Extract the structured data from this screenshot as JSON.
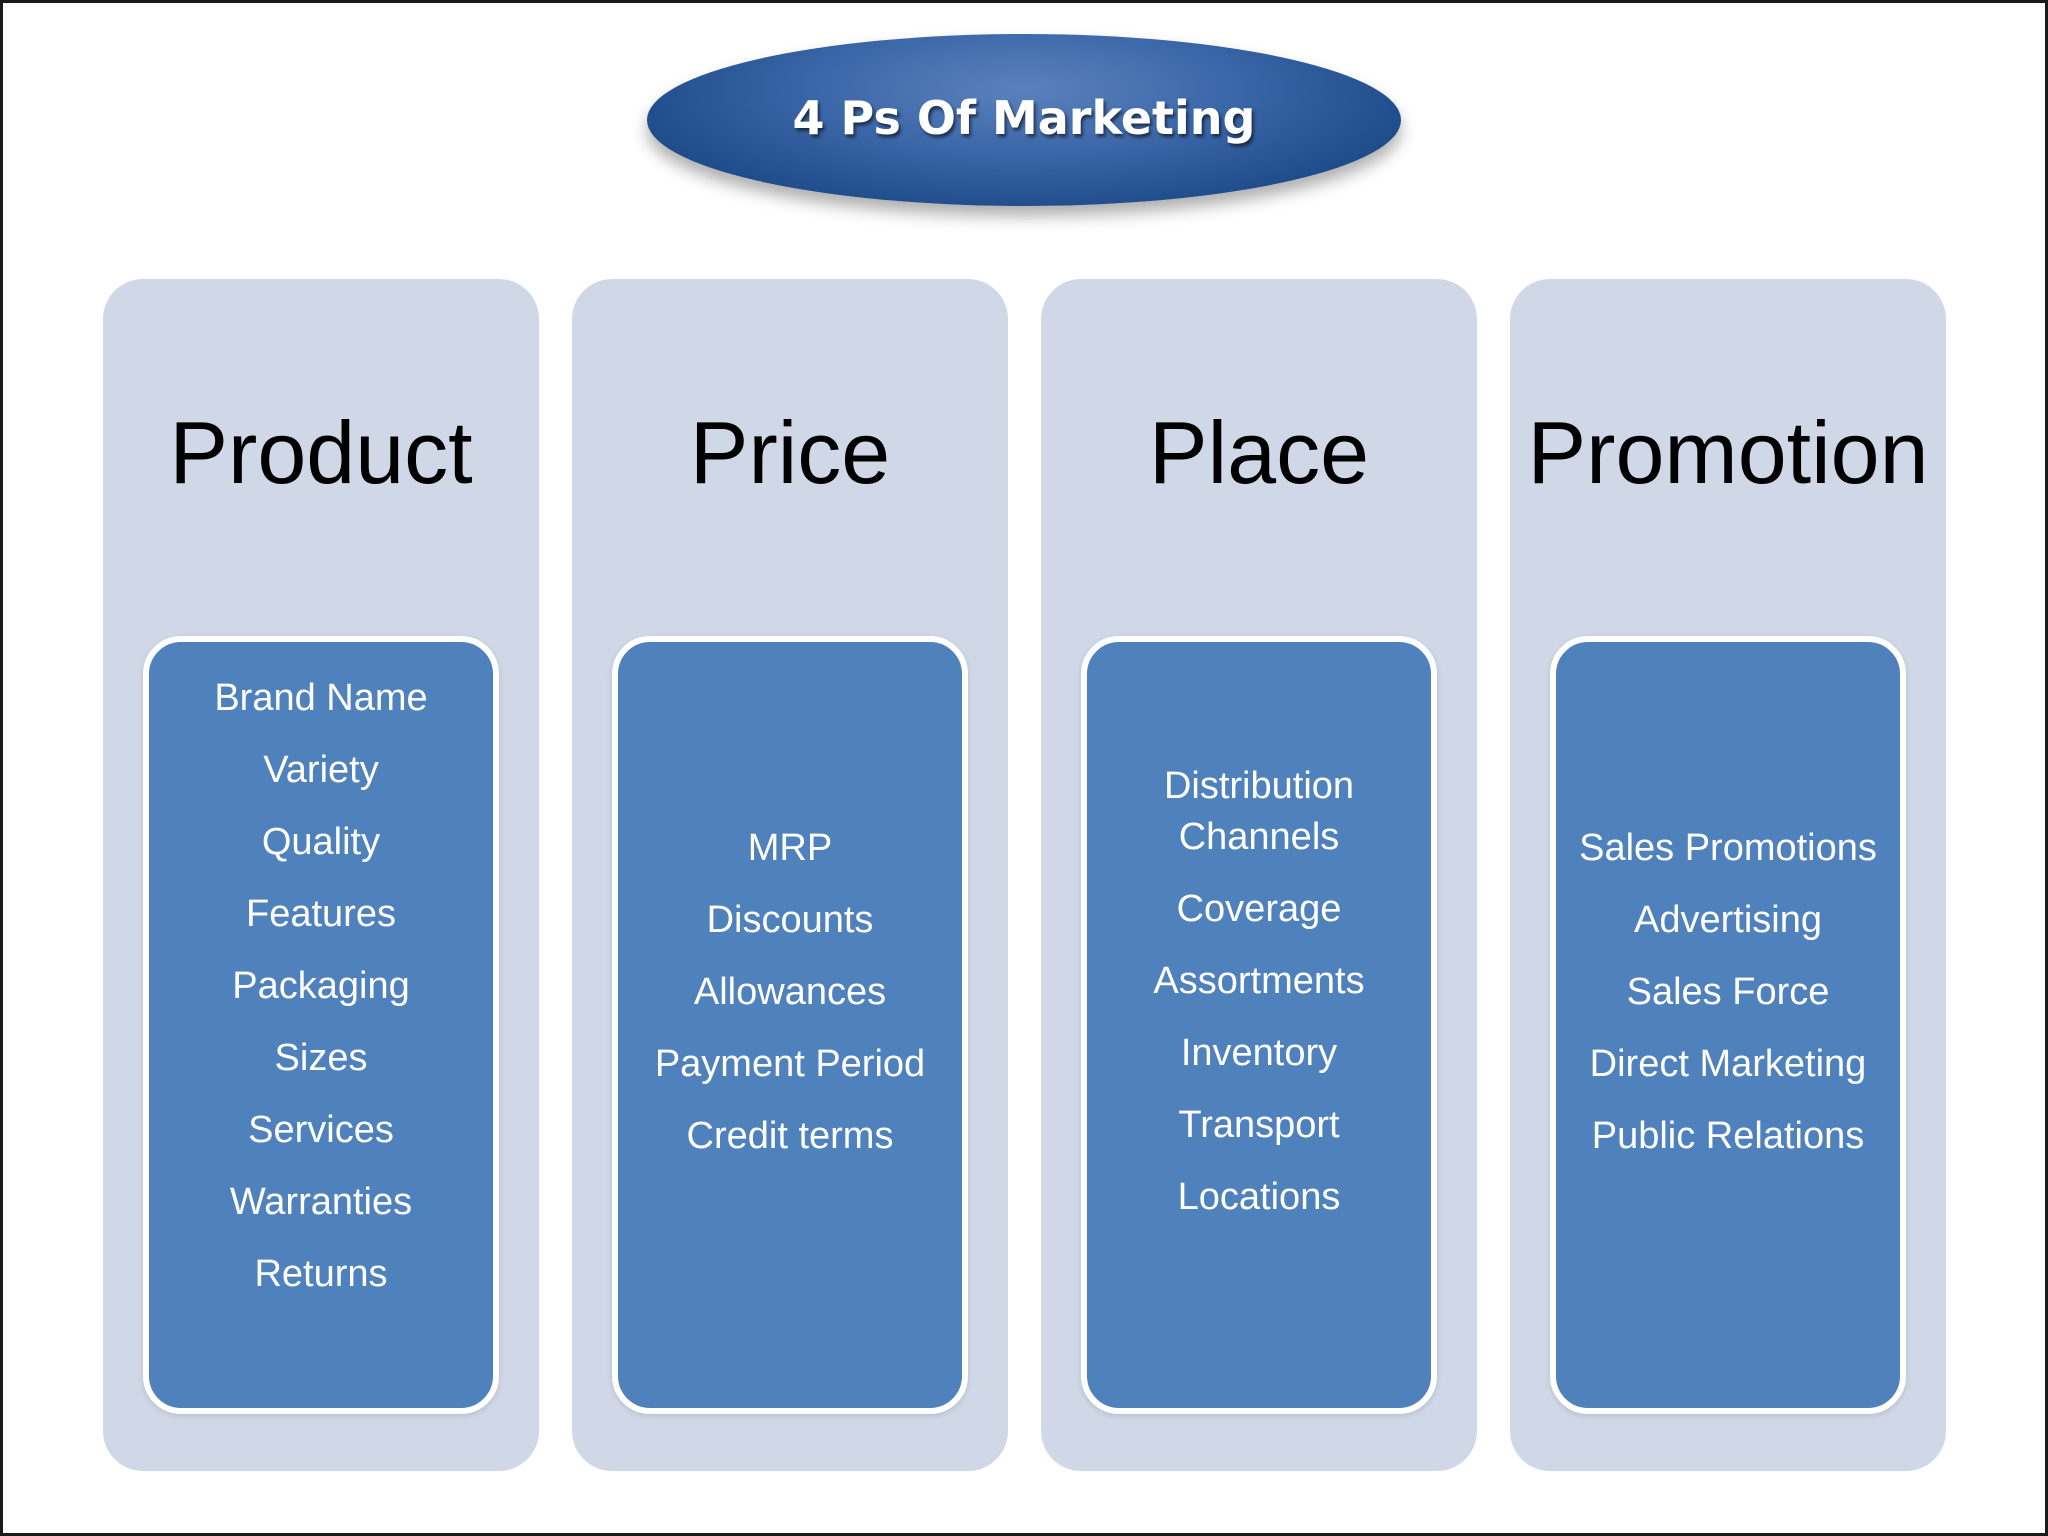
{
  "title": "4 Ps Of Marketing",
  "columns": [
    {
      "heading": "Product",
      "items": [
        "Brand Name",
        "Variety",
        "Quality",
        "Features",
        "Packaging",
        "Sizes",
        "Services",
        "Warranties",
        "Returns"
      ]
    },
    {
      "heading": "Price",
      "items": [
        "MRP",
        "Discounts",
        "Allowances",
        "Payment Period",
        "Credit terms"
      ]
    },
    {
      "heading": "Place",
      "items": [
        "Distribution\nChannels",
        "Coverage",
        "Assortments",
        "Inventory",
        "Transport",
        "Locations"
      ]
    },
    {
      "heading": "Promotion",
      "items": [
        "Sales Promotions",
        "Advertising",
        "Sales Force",
        "Direct Marketing",
        "Public Relations"
      ]
    }
  ],
  "colors": {
    "title_fill": "#2f5b9a",
    "column_bg": "#d0d8e8",
    "inner_box": "#4f81bd",
    "inner_border": "#ffffff"
  }
}
